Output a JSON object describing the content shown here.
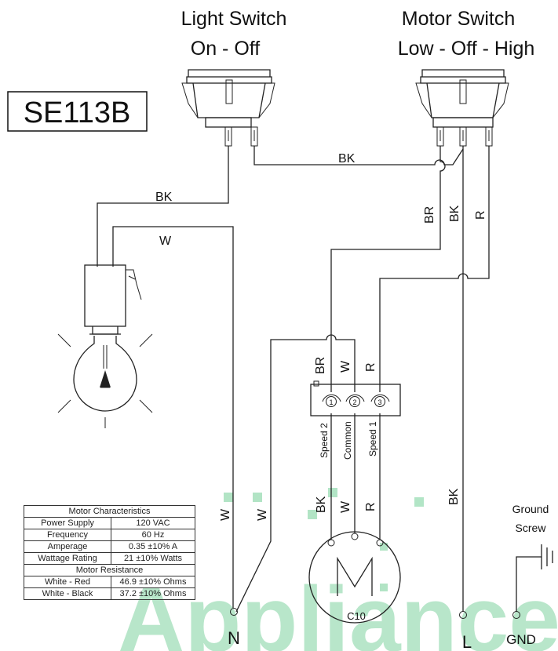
{
  "model_label": "SE113B",
  "light_switch": {
    "line1": "Light Switch",
    "line2": "On - Off"
  },
  "motor_switch": {
    "line1": "Motor Switch",
    "line2": "Low - Off - High"
  },
  "wire_labels": {
    "bk": "BK",
    "w": "W",
    "br": "BR",
    "r": "R"
  },
  "terminal_block": {
    "terminals": [
      "1",
      "2",
      "3"
    ],
    "speed_labels": [
      "Speed 2",
      "Common",
      "Speed 1"
    ]
  },
  "motor_label": "C10",
  "ground": {
    "line1": "Ground",
    "line2": "Screw"
  },
  "terminals_bottom": {
    "n": "N",
    "l": "L",
    "gnd": "GND"
  },
  "motor_table": {
    "header": "Motor Characteristics",
    "rows": [
      {
        "label": "Power Supply",
        "value": "120 VAC"
      },
      {
        "label": "Frequency",
        "value": "60 Hz"
      },
      {
        "label": "Amperage",
        "value": "0.35 ±10% A"
      },
      {
        "label": "Wattage Rating",
        "value": "21 ±10% Watts"
      }
    ],
    "resistance_header": "Motor Resistance",
    "resistance_rows": [
      {
        "label": "White - Red",
        "value": "46.9 ±10% Ohms"
      },
      {
        "label": "White - Black",
        "value": "37.2 ±10% Ohms"
      }
    ]
  },
  "watermark": "Appliance"
}
